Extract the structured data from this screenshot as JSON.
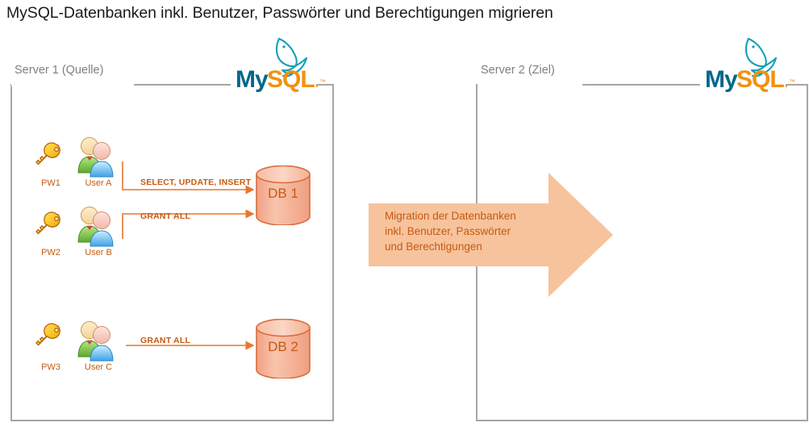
{
  "title": "MySQL-Datenbanken inkl. Benutzer, Passwörter und Berechtigungen migrieren",
  "colors": {
    "title_text": "#1a1a1a",
    "server_border": "#a6a6a6",
    "server_label_text": "#7f7f7f",
    "accent_orange": "#c55a11",
    "arrow_line": "#e8762c",
    "db_fill_light": "#f7c0a8",
    "db_fill": "#f2a584",
    "db_border": "#d96d3b",
    "migration_arrow_fill": "#f7c39c",
    "mysql_logo_dark": "#00678c",
    "mysql_logo_orange": "#f29111",
    "key_gold": "#ffd24d",
    "user_green": "#7ec24a",
    "user_blue": "#5ab4f0"
  },
  "servers": [
    {
      "id": "server1",
      "label": "Server 1 (Quelle)",
      "logo": "mysql-logo"
    },
    {
      "id": "server2",
      "label": "Server 2 (Ziel)",
      "logo": "mysql-logo"
    }
  ],
  "credentials": [
    {
      "key_label": "PW1",
      "user_label": "User A"
    },
    {
      "key_label": "PW2",
      "user_label": "User B"
    },
    {
      "key_label": "PW3",
      "user_label": "User C"
    }
  ],
  "databases": [
    {
      "id": "db1",
      "label": "DB 1"
    },
    {
      "id": "db2",
      "label": "DB 2"
    }
  ],
  "permissions": [
    {
      "from": "User A",
      "to": "DB 1",
      "label": "SELECT, UPDATE, INSERT"
    },
    {
      "from": "User B",
      "to": "DB 1",
      "label": "GRANT ALL"
    },
    {
      "from": "User C",
      "to": "DB 2",
      "label": "GRANT ALL"
    }
  ],
  "migration": {
    "line1": "Migration der Datenbanken",
    "line2": "inkl. Benutzer, Passwörter",
    "line3": "und Berechtigungen",
    "direction": "right"
  },
  "icons": {
    "key": "key-icon",
    "users": "users-icon",
    "database": "database-cylinder-icon",
    "arrow": "block-arrow-right-icon",
    "dolphin": "mysql-dolphin-icon"
  }
}
